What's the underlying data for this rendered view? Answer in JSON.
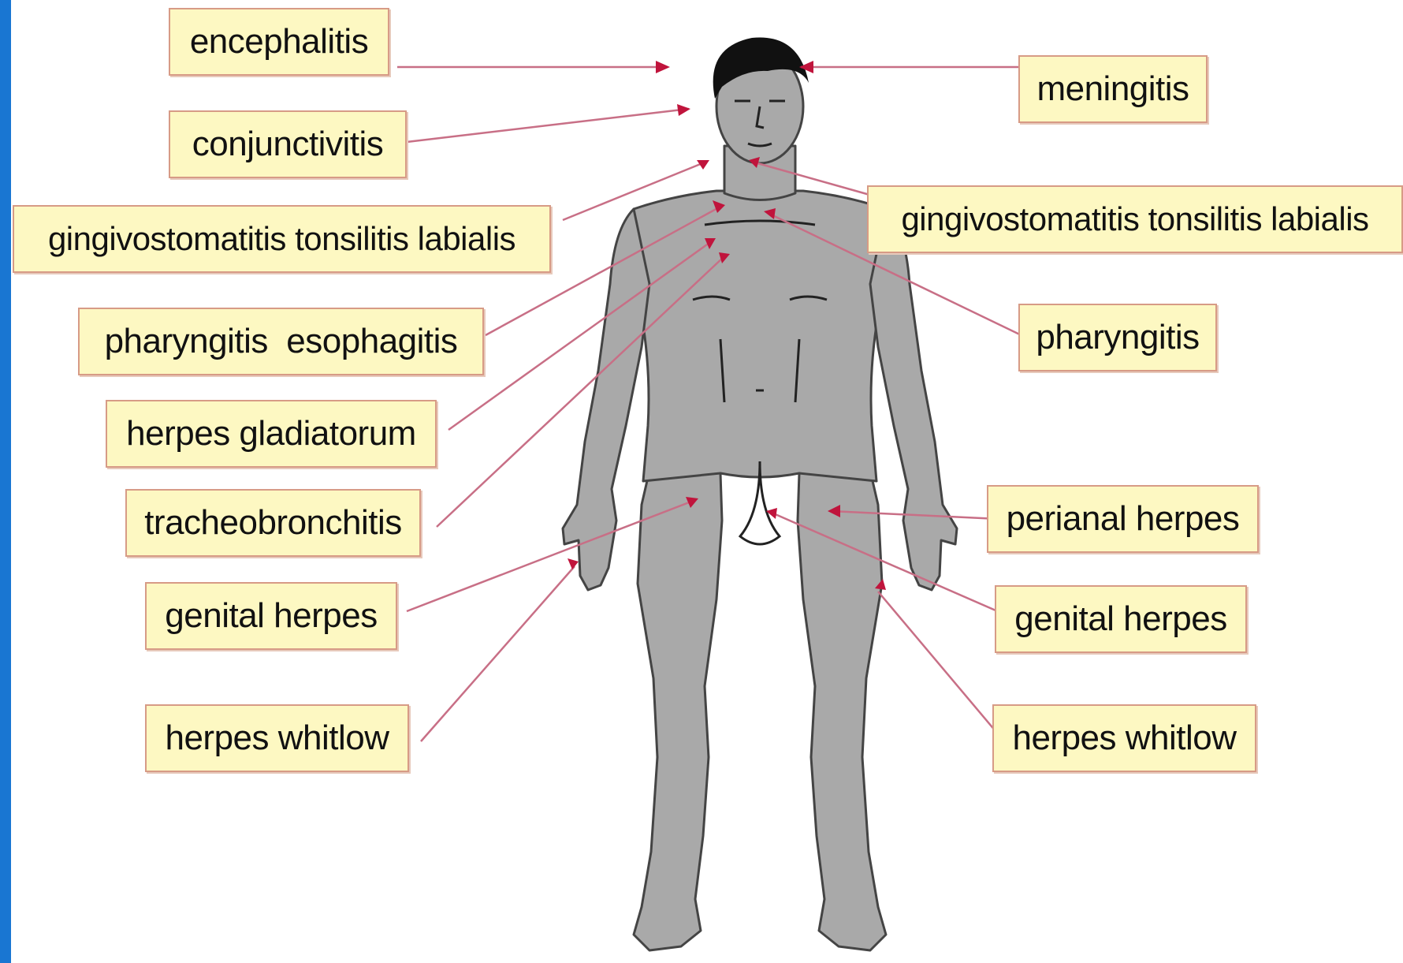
{
  "colors": {
    "frame_blue": "#1976d2",
    "label_fill": "#fdf8c2",
    "label_border": "#d79b86",
    "leader_line": "#c86f86",
    "arrow_head": "#c0143c",
    "body_fill": "#a9a9a9",
    "body_outline": "#444444",
    "hair": "#111111"
  },
  "figure": {
    "icon": "human-body-front-figure"
  },
  "labels": {
    "left": [
      {
        "id": "encephalitis",
        "text": "encephalitis"
      },
      {
        "id": "conjunctivitis",
        "text": "conjunctivitis"
      },
      {
        "id": "gingivostomatitis-left",
        "text": "gingivostomatitis tonsilitis labialis"
      },
      {
        "id": "pharyngitis-esophagitis",
        "text": "pharyngitis  esophagitis"
      },
      {
        "id": "herpes-gladiatorum",
        "text": "herpes gladiatorum"
      },
      {
        "id": "tracheobronchitis",
        "text": "tracheobronchitis"
      },
      {
        "id": "genital-herpes-left",
        "text": "genital herpes"
      },
      {
        "id": "herpes-whitlow-left",
        "text": "herpes whitlow"
      }
    ],
    "right": [
      {
        "id": "meningitis",
        "text": "meningitis"
      },
      {
        "id": "gingivostomatitis-right",
        "text": "gingivostomatitis tonsilitis labialis"
      },
      {
        "id": "pharyngitis",
        "text": "pharyngitis"
      },
      {
        "id": "perianal-herpes",
        "text": "perianal herpes"
      },
      {
        "id": "genital-herpes-right",
        "text": "genital herpes"
      },
      {
        "id": "herpes-whitlow-right",
        "text": "herpes whitlow"
      }
    ]
  }
}
